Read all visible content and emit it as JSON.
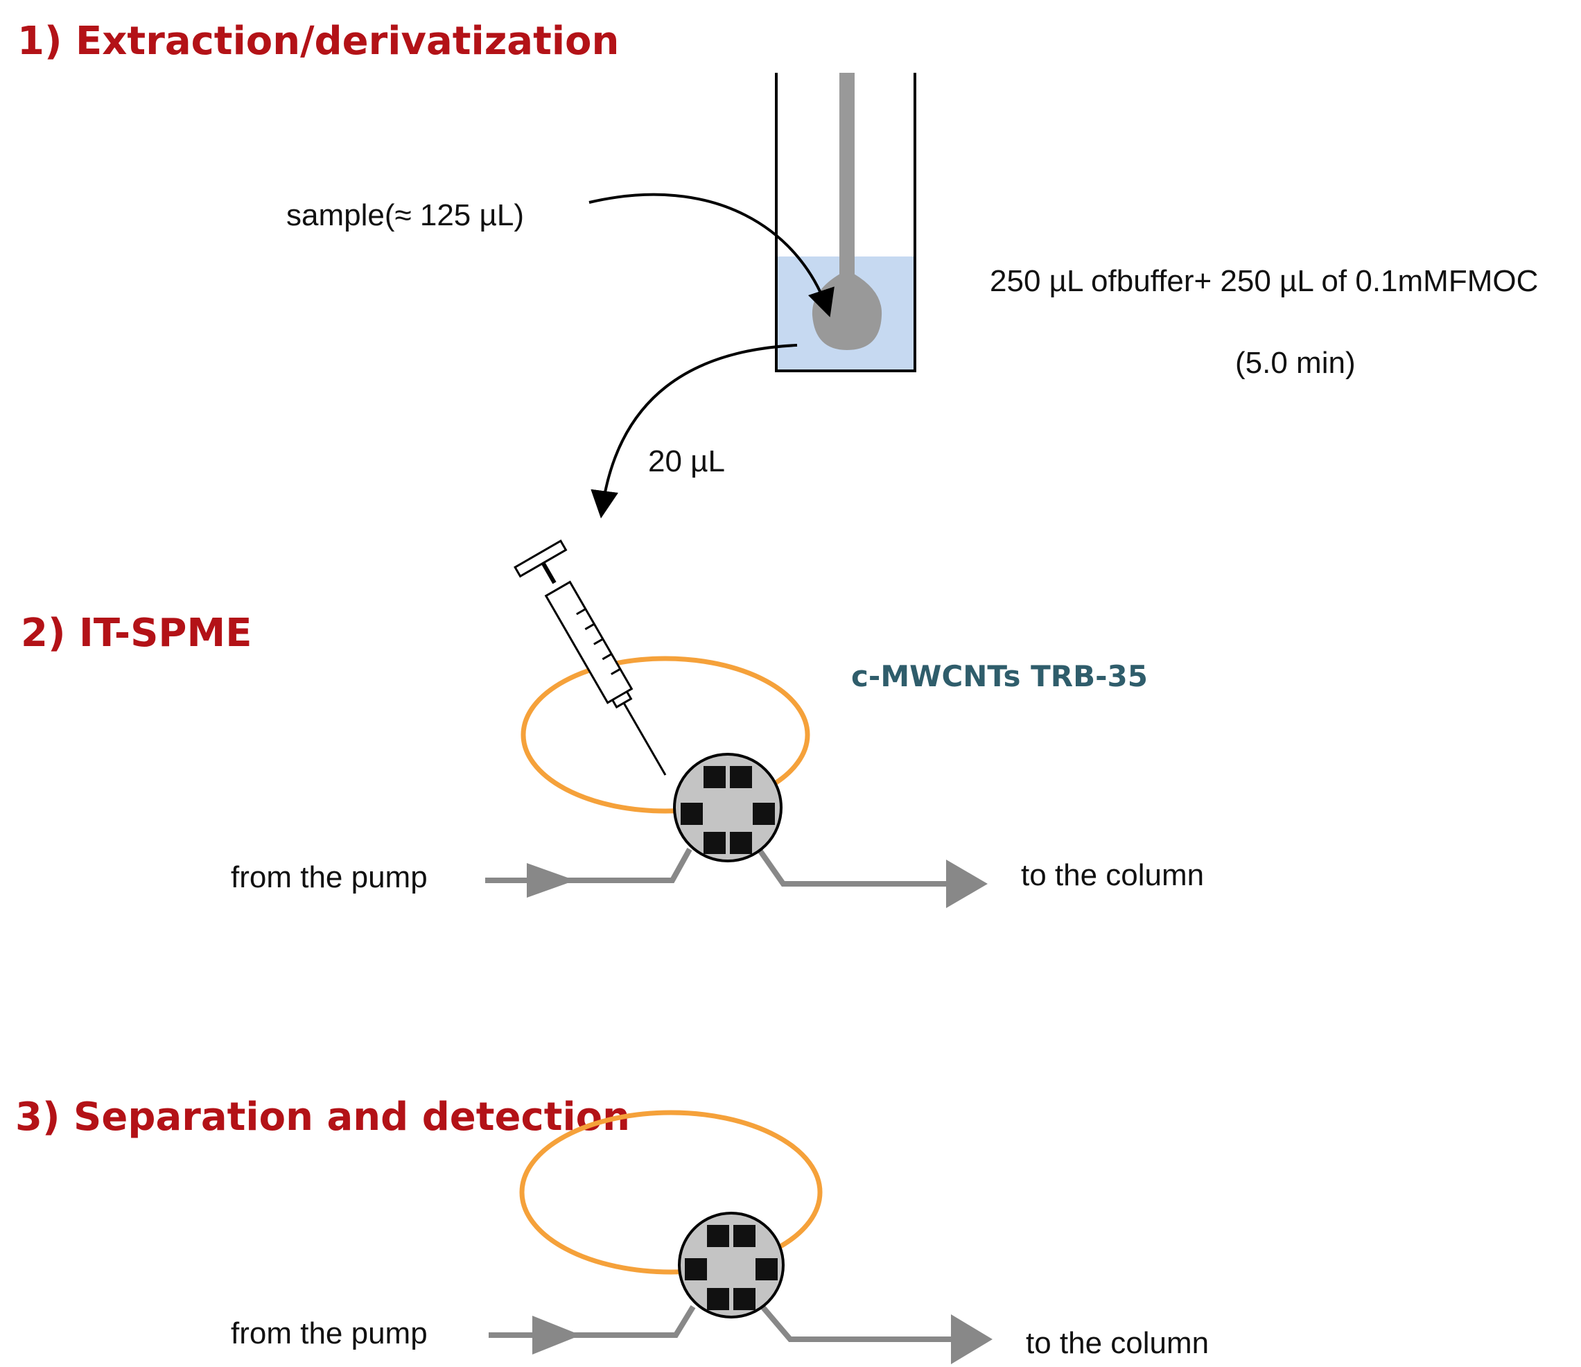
{
  "sections": {
    "extraction": "1) Extraction/derivatization",
    "itspme": "2) IT-SPME",
    "separation": "3) Separation and detection"
  },
  "labels": {
    "sample": "sample(≈ 125 µL)",
    "reagent": "250 µL ofbuffer+  250 µL of 0.1mMFMOC",
    "time": "(5.0 min)",
    "transfer": "20 µL",
    "material": "c-MWCNTs  TRB-35",
    "pump_1": "from the pump",
    "column_1": "to the column",
    "pump_2": "from the pump",
    "column_2": "to the column"
  },
  "colors": {
    "heading": "#b31217",
    "loop": "#f5a13a",
    "tube": "#888888",
    "liquid": "#c6d9f1",
    "material": "#2f5d6b"
  }
}
